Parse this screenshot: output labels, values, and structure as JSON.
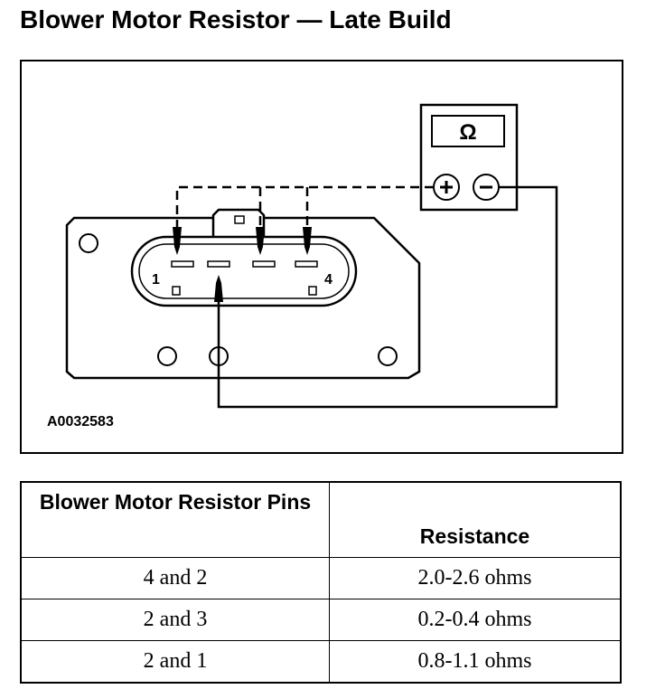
{
  "title": "Blower Motor Resistor — Late Build",
  "diagram": {
    "meter_symbol": "Ω",
    "pin_left_label": "1",
    "pin_right_label": "4",
    "figure_id": "A0032583",
    "icons": [
      "ohmmeter-icon",
      "plus-terminal-icon",
      "minus-terminal-icon",
      "probe-icon"
    ]
  },
  "table": {
    "headers": [
      "Blower Motor Resistor Pins",
      "Resistance"
    ],
    "rows": [
      {
        "pins": "4 and 2",
        "resistance": "2.0-2.6 ohms"
      },
      {
        "pins": "2 and 3",
        "resistance": "0.2-0.4 ohms"
      },
      {
        "pins": "2 and 1",
        "resistance": "0.8-1.1 ohms"
      }
    ]
  }
}
